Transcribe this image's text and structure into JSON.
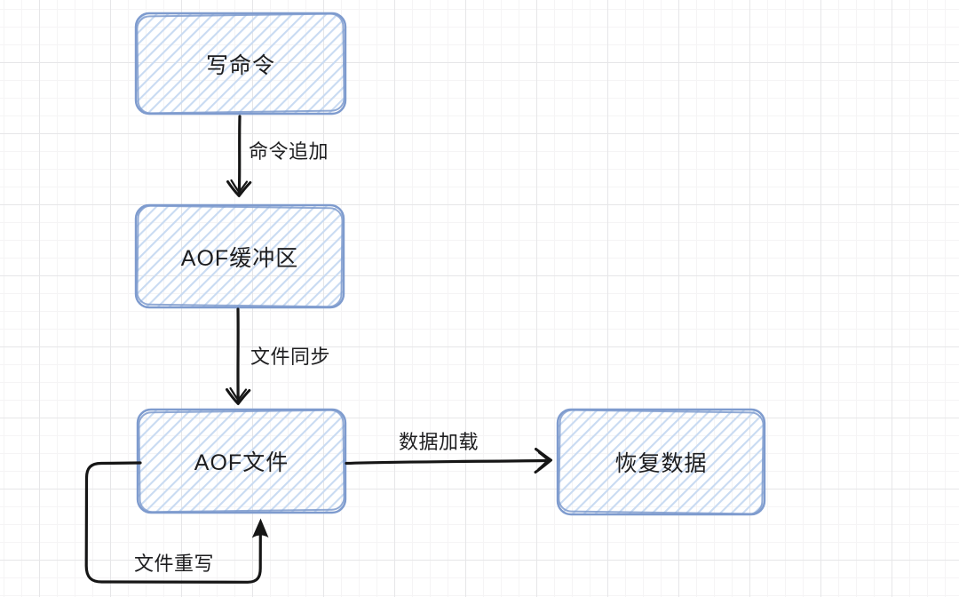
{
  "diagram": {
    "nodes": [
      {
        "id": "write-command",
        "label": "写命令"
      },
      {
        "id": "aof-buffer",
        "label": "AOF缓冲区"
      },
      {
        "id": "aof-file",
        "label": "AOF文件"
      },
      {
        "id": "restore-data",
        "label": "恢复数据"
      }
    ],
    "edges": [
      {
        "id": "command-append",
        "from": "write-command",
        "to": "aof-buffer",
        "label": "命令追加"
      },
      {
        "id": "file-sync",
        "from": "aof-buffer",
        "to": "aof-file",
        "label": "文件同步"
      },
      {
        "id": "data-load",
        "from": "aof-file",
        "to": "restore-data",
        "label": "数据加载"
      },
      {
        "id": "file-rewrite",
        "from": "aof-file",
        "to": "aof-file",
        "label": "文件重写"
      }
    ],
    "colors": {
      "node_border": "#7e9bce",
      "node_hatch": "#c9dbf2",
      "arrow": "#161616",
      "text": "#1d1d1f",
      "grid_minor": "#f5f4f5",
      "grid_major": "#e6e6e8",
      "background": "#ffffff"
    }
  }
}
